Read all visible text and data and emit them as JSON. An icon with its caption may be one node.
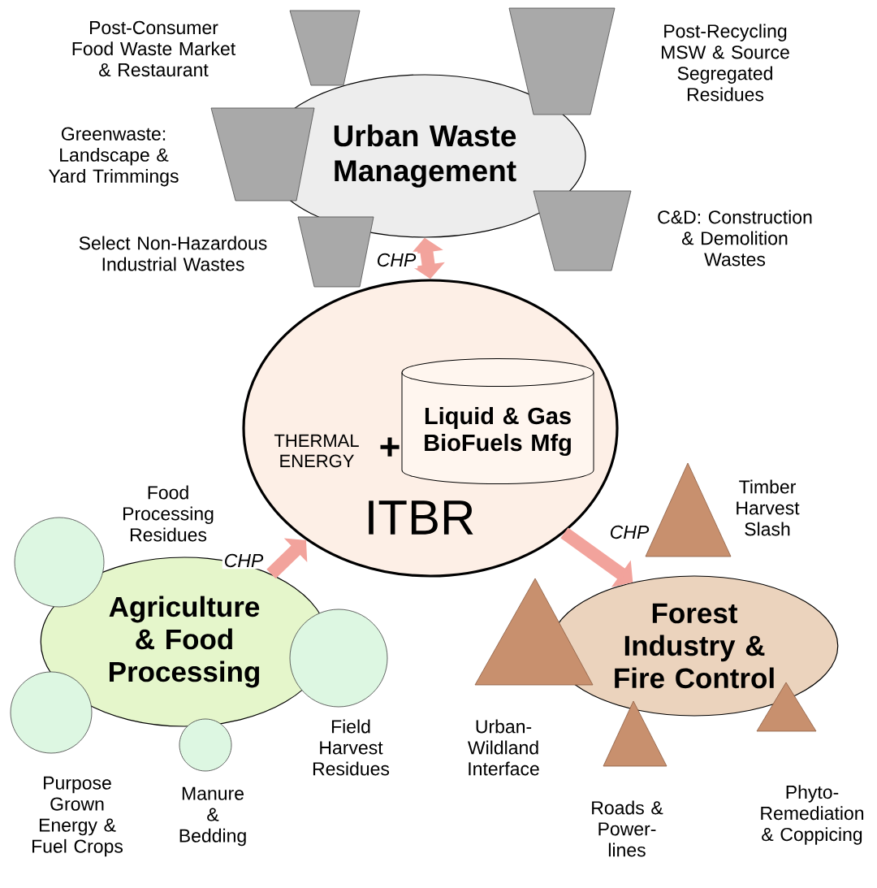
{
  "diagram": {
    "nodes": [
      {
        "text": [],
        "shape": "trapezoid"
      },
      {
        "text": [],
        "shape": "trapezoid",
        "beside": [
          "Post-Recycling MSW & Source Segregated Residues"
        ]
      },
      {
        "text": [
          "Urban Waste Management"
        ]
      },
      {
        "text": [],
        "shape": "trapezoid",
        "beside": [
          "Greenwaste: Landscape & Yard Trimmings"
        ]
      },
      {
        "text": [],
        "shape": "trapezoid",
        "beside": [
          "C&D: Construction & Demolition Wastes"
        ]
      },
      {
        "text": [],
        "shape": "trapezoid"
      },
      {
        "text": [
          "THERMAL ENERGY",
          "+",
          "ITBR"
        ]
      },
      {
        "text": [
          "Liquid & Gas BioFuels Mfg"
        ],
        "in": 6
      },
      {
        "text": [],
        "shape": "triangle"
      },
      {
        "text": [],
        "shape": "circle"
      },
      {
        "text": [
          "Agriculture & Food Processing"
        ]
      },
      {
        "text": [
          "Forest Industry & Fire Control"
        ]
      },
      {
        "text": [],
        "shape": "circle"
      },
      {
        "text": [],
        "shape": "triangle"
      },
      {
        "text": [],
        "shape": "circle",
        "beside": [
          "Purpose Grown Energy & Fuel Crops"
        ]
      },
      {
        "text": [],
        "shape": "circle",
        "beside": [
          "Manure & Bedding"
        ]
      },
      {
        "text": [],
        "shape": "triangle",
        "beside": [
          "Roads & Power-lines"
        ]
      },
      {
        "text": [],
        "shape": "triangle",
        "beside": [
          "Phyto-Remediation & Coppicing"
        ]
      }
    ],
    "edges": [
      {
        "from": 2,
        "to": 6,
        "arrow": "both",
        "label": "CHP"
      },
      {
        "from": 10,
        "to": 6,
        "arrow": "to",
        "label": "CHP"
      },
      {
        "from": 6,
        "to": 11,
        "arrow": "to",
        "label": "CHP"
      }
    ],
    "labels": [
      "Post-Consumer Food Waste Market & Restaurant",
      "Select Non-Hazardous Industrial Wastes",
      "Timber Harvest Slash",
      "Food Processing Residues",
      "Field Harvest Residues",
      "Urban-Wildland Interface"
    ]
  }
}
